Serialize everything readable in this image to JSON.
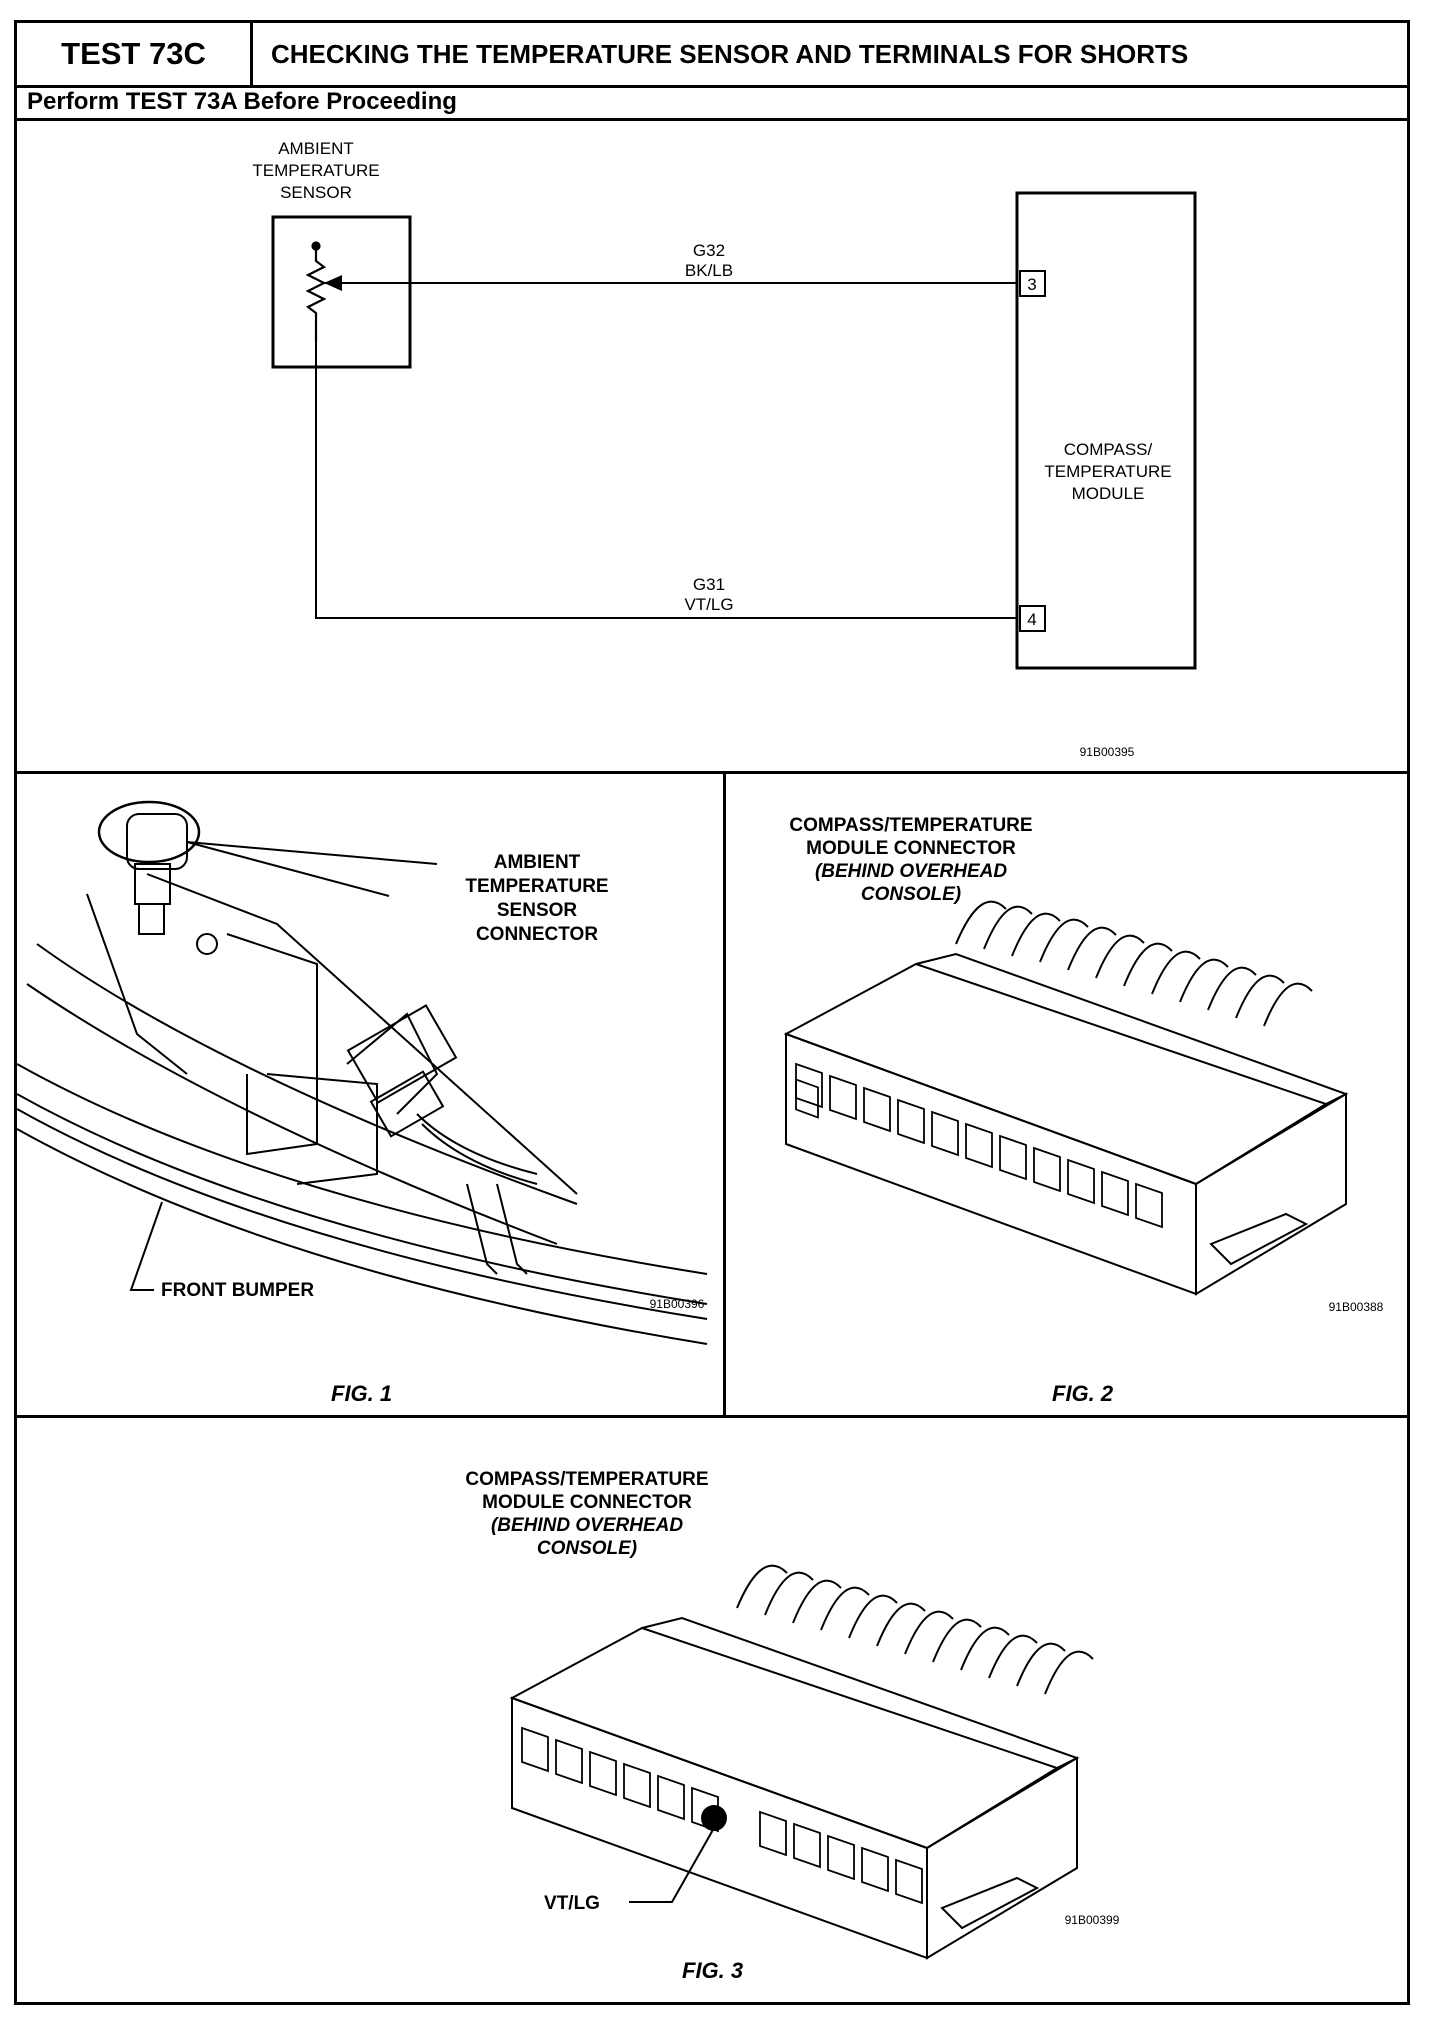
{
  "header": {
    "test_id": "TEST 73C",
    "title": "CHECKING THE TEMPERATURE SENSOR AND TERMINALS FOR SHORTS",
    "subtitle": "Perform TEST 73A Before Proceeding"
  },
  "schematic": {
    "sensor_label": [
      "AMBIENT",
      "TEMPERATURE",
      "SENSOR"
    ],
    "wire_top": {
      "circuit": "G32",
      "color": "BK/LB",
      "pin": "3"
    },
    "wire_bottom": {
      "circuit": "G31",
      "color": "VT/LG",
      "pin": "4"
    },
    "module_label": [
      "COMPASS/",
      "TEMPERATURE",
      "MODULE"
    ],
    "figure_id": "91B00395"
  },
  "fig1": {
    "connector_label": [
      "AMBIENT",
      "TEMPERATURE",
      "SENSOR",
      "CONNECTOR"
    ],
    "bumper_label": "FRONT BUMPER",
    "figure_id": "91B00396",
    "caption": "FIG. 1"
  },
  "fig2": {
    "label": [
      "COMPASS/TEMPERATURE",
      "MODULE CONNECTOR"
    ],
    "label_italic": [
      "(BEHIND OVERHEAD",
      "CONSOLE)"
    ],
    "figure_id": "91B00388",
    "caption": "FIG. 2"
  },
  "fig3": {
    "label": [
      "COMPASS/TEMPERATURE",
      "MODULE CONNECTOR"
    ],
    "label_italic": [
      "(BEHIND OVERHEAD",
      "CONSOLE)"
    ],
    "pin_label": "VT/LG",
    "figure_id": "91B00399",
    "caption": "FIG. 3"
  }
}
